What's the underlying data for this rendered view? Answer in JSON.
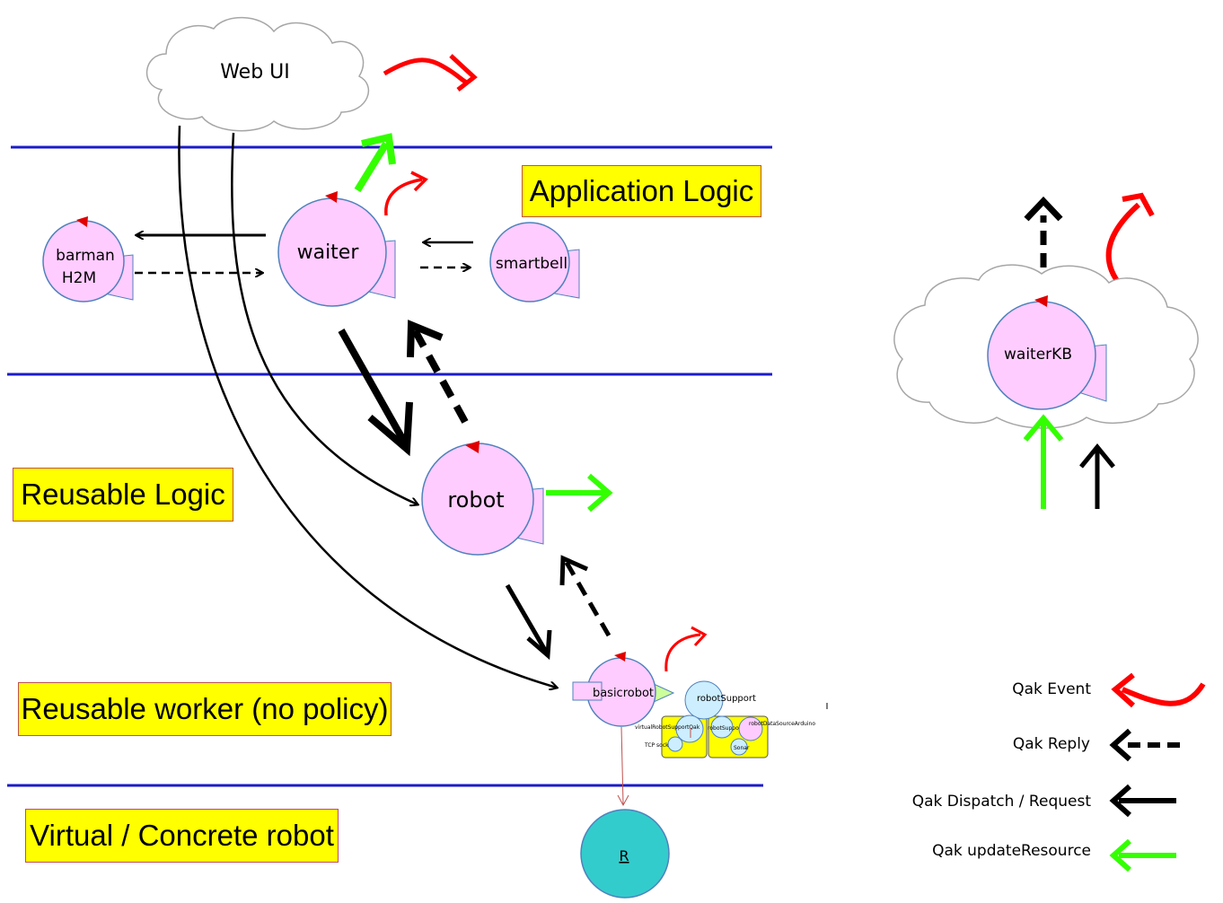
{
  "layers": {
    "application": "Application Logic",
    "reusable": "Reusable Logic",
    "worker": "Reusable worker (no policy)",
    "robot": "Virtual / Concrete robot"
  },
  "actors": {
    "webui": "Web UI",
    "waiter": "waiter",
    "barman_line1": "barman",
    "barman_line2": "H2M",
    "smartbell": "smartbell",
    "robot": "robot",
    "basicrobot": "basicrobot",
    "robotsupport": "robotSupport",
    "r": "R",
    "waiterkb": "waiterKB"
  },
  "support_detail": {
    "virtual": "virtualRobotSupportQak",
    "tcp": "TCP sock",
    "robotsupport2": "robotSupport",
    "arduino": "robotDataSourceArduino",
    "sonar": "Sonar"
  },
  "legend": {
    "event": "Qak Event",
    "reply": "Qak Reply",
    "dispatch": "Qak Dispatch / Request",
    "update": "Qak updateResource"
  },
  "colors": {
    "event": "#ff0000",
    "update": "#33ff00",
    "layer_line": "#1b1bc8",
    "actor_fill": "#ffccff",
    "actor_stroke": "#4f81bd",
    "layer_box": "#ffff00",
    "resource": "#33cccc"
  }
}
